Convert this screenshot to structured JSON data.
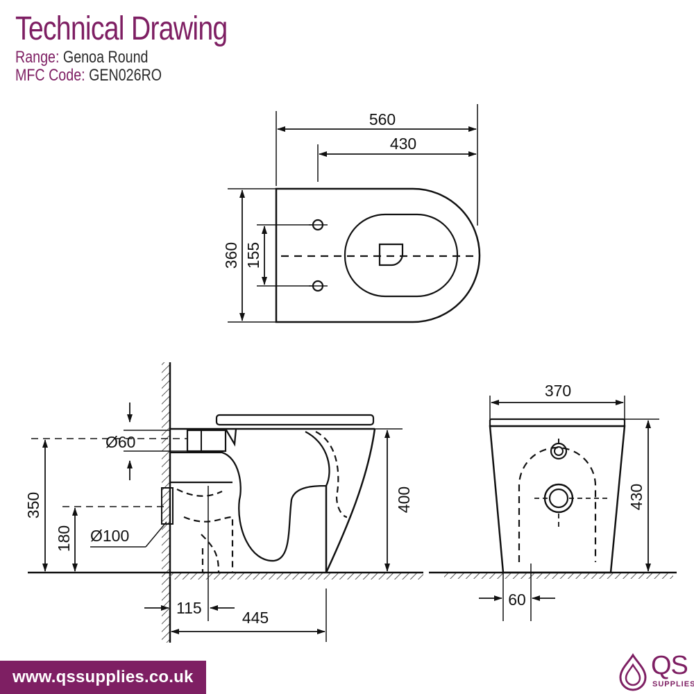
{
  "header": {
    "title": "Technical Drawing",
    "range_label": "Range:",
    "range_value": "Genoa Round",
    "code_label": "MFC Code:",
    "code_value": "GEN026RO"
  },
  "top_view": {
    "overall_length": "560",
    "fixing_to_front": "430",
    "width": "360",
    "fixing_spacing": "155"
  },
  "side_view": {
    "outlet_diameter": "Ø60",
    "inlet_diameter": "Ø100",
    "inlet_height": "350",
    "waste_centre_height": "180",
    "rim_height": "400",
    "waste_setback": "115",
    "projection": "445"
  },
  "rear_view": {
    "width": "370",
    "height": "430",
    "offset": "60"
  },
  "footer": {
    "website": "www.qssupplies.co.uk",
    "brand": "QS",
    "brand_sub": "SUPPLIES"
  },
  "colors": {
    "brand": "#7e1f63",
    "line": "#111111"
  }
}
